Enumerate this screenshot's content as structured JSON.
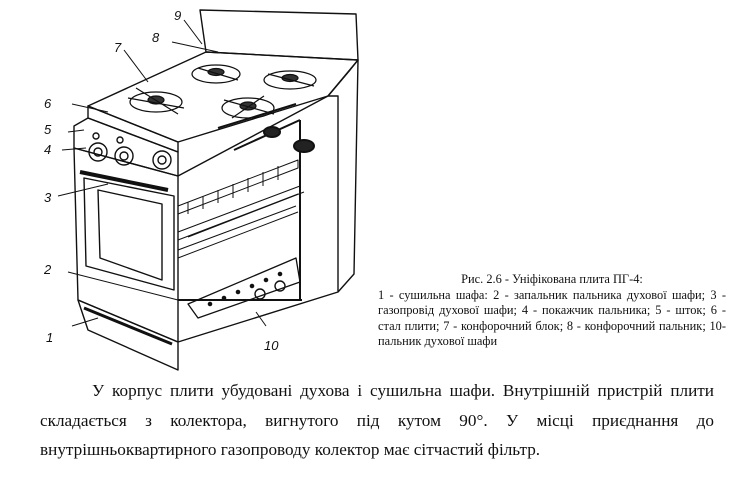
{
  "figure": {
    "callouts": [
      "1",
      "2",
      "3",
      "4",
      "5",
      "6",
      "7",
      "8",
      "9",
      "10"
    ]
  },
  "caption": {
    "title": "Рис. 2.6 - Уніфікована плита ПГ-4:",
    "body": "1 - сушильна шафа: 2 - запальник пальника духової шафи; 3 - газопровід духової шафи; 4 - покажчик пальника; 5 - шток; 6 - стал плити; 7 - конфорочний блок; 8 - конфорочний пальник; 10- пальник духової шафи"
  },
  "paragraph": "У корпус плити убудовані духова і сушильна шафи. Внутрішній пристрій плити складається з колектора, вигнутого під кутом 90°. У місці приєднання до внутрішньоквартирного газопроводу колектор має сітчастий фільтр.",
  "colors": {
    "ink": "#111111",
    "background": "#ffffff"
  }
}
